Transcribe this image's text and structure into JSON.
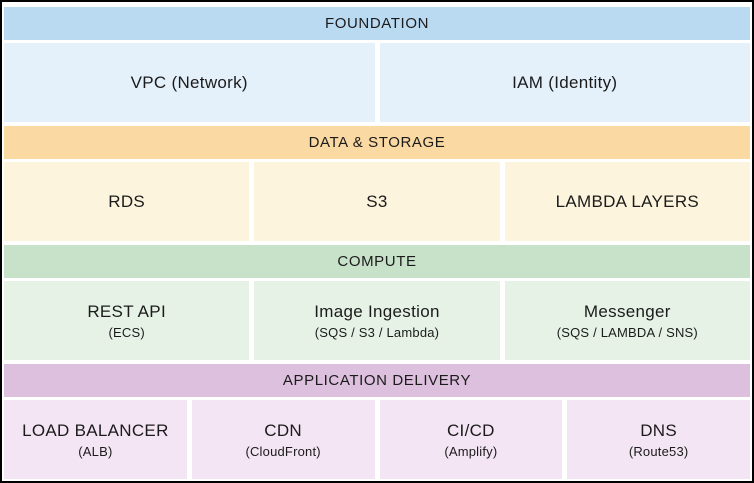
{
  "diagram": {
    "sections": [
      {
        "title": "FOUNDATION",
        "header_color": "#badaf2",
        "body_color": "#e4f1fb",
        "cells": [
          {
            "label": "VPC (Network)",
            "sublabel": ""
          },
          {
            "label": "IAM (Identity)",
            "sublabel": ""
          }
        ]
      },
      {
        "title": "DATA & STORAGE",
        "header_color": "#fbd9a2",
        "body_color": "#fdf4de",
        "cells": [
          {
            "label": "RDS",
            "sublabel": ""
          },
          {
            "label": "S3",
            "sublabel": ""
          },
          {
            "label": "LAMBDA LAYERS",
            "sublabel": ""
          }
        ]
      },
      {
        "title": "COMPUTE",
        "header_color": "#c8e2ca",
        "body_color": "#e6f2e6",
        "cells": [
          {
            "label": "REST API",
            "sublabel": "(ECS)"
          },
          {
            "label": "Image Ingestion",
            "sublabel": "(SQS / S3 / Lambda)"
          },
          {
            "label": "Messenger",
            "sublabel": "(SQS / LAMBDA / SNS)"
          }
        ]
      },
      {
        "title": "APPLICATION DELIVERY",
        "header_color": "#dcc0dd",
        "body_color": "#f4e5f4",
        "cells": [
          {
            "label": "LOAD BALANCER",
            "sublabel": "(ALB)"
          },
          {
            "label": "CDN",
            "sublabel": "(CloudFront)"
          },
          {
            "label": "CI/CD",
            "sublabel": "(Amplify)"
          },
          {
            "label": "DNS",
            "sublabel": "(Route53)"
          }
        ]
      }
    ],
    "text_color": "#1b1b1b",
    "frame_border_color": "#000000"
  }
}
